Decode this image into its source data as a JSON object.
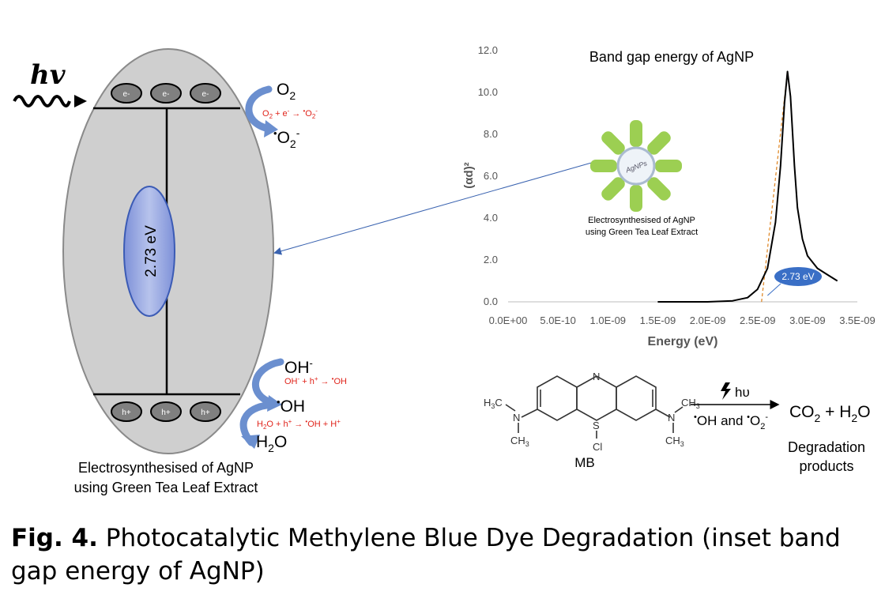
{
  "left_diagram": {
    "hv_label": "hv",
    "electrons": [
      "e-",
      "e-",
      "e-"
    ],
    "holes": [
      "h+",
      "h+",
      "h+"
    ],
    "band_gap_label": "2.73 eV",
    "o2_label": "O",
    "o2_sub": "2",
    "o2_reaction": "O2 + e- → •O2-",
    "superoxide_label": "•O2-",
    "oh_minus_label": "OH-",
    "oh_reaction": "OH- + h+ → •OH",
    "oh_radical_label": "•OH",
    "h2o_reaction": "H2O + h+ → •OH + H+",
    "h2o_label": "H2O",
    "caption_line1": "Electrosynthesised of AgNP",
    "caption_line2": "using Green Tea Leaf Extract"
  },
  "inset": {
    "particle_label": "AgNPs",
    "caption_line1": "Electrosynthesised of AgNP",
    "caption_line2": "using Green Tea Leaf Extract",
    "callout_label": "2.73 eV"
  },
  "chart_data": {
    "type": "line",
    "title": "Band gap energy of AgNP",
    "xlabel": "Energy (eV)",
    "ylabel": "(αd)²",
    "xlim": [
      0,
      3.5e-09
    ],
    "ylim": [
      0,
      12
    ],
    "x_tick_labels": [
      "0.0E+00",
      "5.0E-10",
      "1.0E-09",
      "1.5E-09",
      "2.0E-09",
      "2.5E-09",
      "3.0E-09",
      "3.5E-09"
    ],
    "y_tick_labels": [
      "0.0",
      "2.0",
      "4.0",
      "6.0",
      "8.0",
      "10.0",
      "12.0"
    ],
    "x_ticks": [
      0,
      5e-10,
      1e-09,
      1.5e-09,
      2e-09,
      2.5e-09,
      3e-09,
      3.5e-09
    ],
    "y_ticks": [
      0,
      2,
      4,
      6,
      8,
      10,
      12
    ],
    "grid": false,
    "series": [
      {
        "x": [
          1.5e-09,
          2e-09,
          2.25e-09,
          2.4e-09,
          2.5e-09,
          2.6e-09,
          2.68e-09,
          2.73e-09,
          2.77e-09,
          2.8e-09,
          2.83e-09,
          2.87e-09,
          2.9e-09,
          2.95e-09,
          3e-09,
          3.1e-09,
          3.2e-09,
          3.3e-09
        ],
        "values": [
          0.0,
          0.0,
          0.05,
          0.2,
          0.6,
          1.6,
          3.8,
          6.5,
          9.5,
          11.0,
          9.8,
          6.5,
          4.5,
          3.0,
          2.2,
          1.6,
          1.3,
          1.0
        ],
        "color": "#000000"
      }
    ],
    "tangent_line": {
      "x": [
        2.54e-09,
        2.8e-09
      ],
      "values": [
        0,
        11.0
      ],
      "color": "#e08a2b"
    },
    "annotation": {
      "text": "2.73 eV",
      "color": "#3a6fc6"
    }
  },
  "reaction": {
    "mb_label": "MB",
    "condition_top": "hυ",
    "condition_bottom": "•OH and •O2-",
    "products": "CO2 + H2O",
    "products_label_line1": "Degradation",
    "products_label_line2": "products"
  },
  "figure_caption": {
    "prefix": "Fig. 4.",
    "text_line1": "Photocatalytic Methylene Blue Dye Degradation (inset band",
    "text_line2": "gap energy of AgNP)"
  }
}
